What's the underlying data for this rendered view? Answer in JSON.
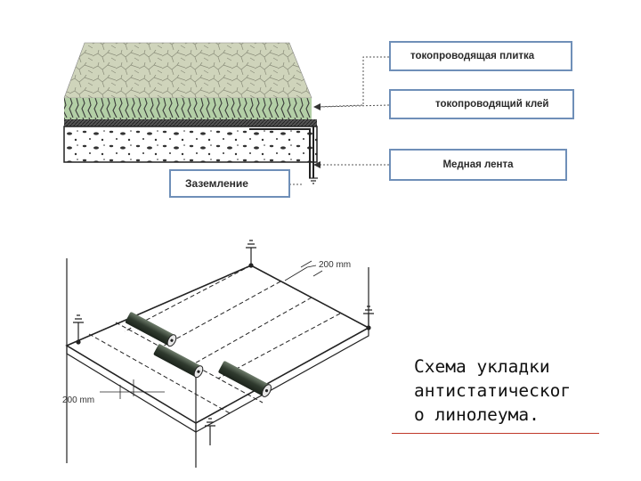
{
  "labels": {
    "conductive_tile": "токопроводящая плитка",
    "conductive_glue": "токопроводящий клей",
    "copper_tape": "Медная лента",
    "grounding": "Заземление"
  },
  "dimensions": {
    "spacing_top": "200 mm",
    "spacing_left": "200 mm"
  },
  "caption": {
    "line1": "Схема укладки",
    "line2": "антистатическог",
    "line3": "о линолеума."
  },
  "colors": {
    "box_border": "#6f8fb8",
    "tile_top": "#c9cfb2",
    "tile_side": "#a9c7a0",
    "caption_underline": "#c0392b"
  },
  "icons": [
    "ground-symbol-icon"
  ]
}
